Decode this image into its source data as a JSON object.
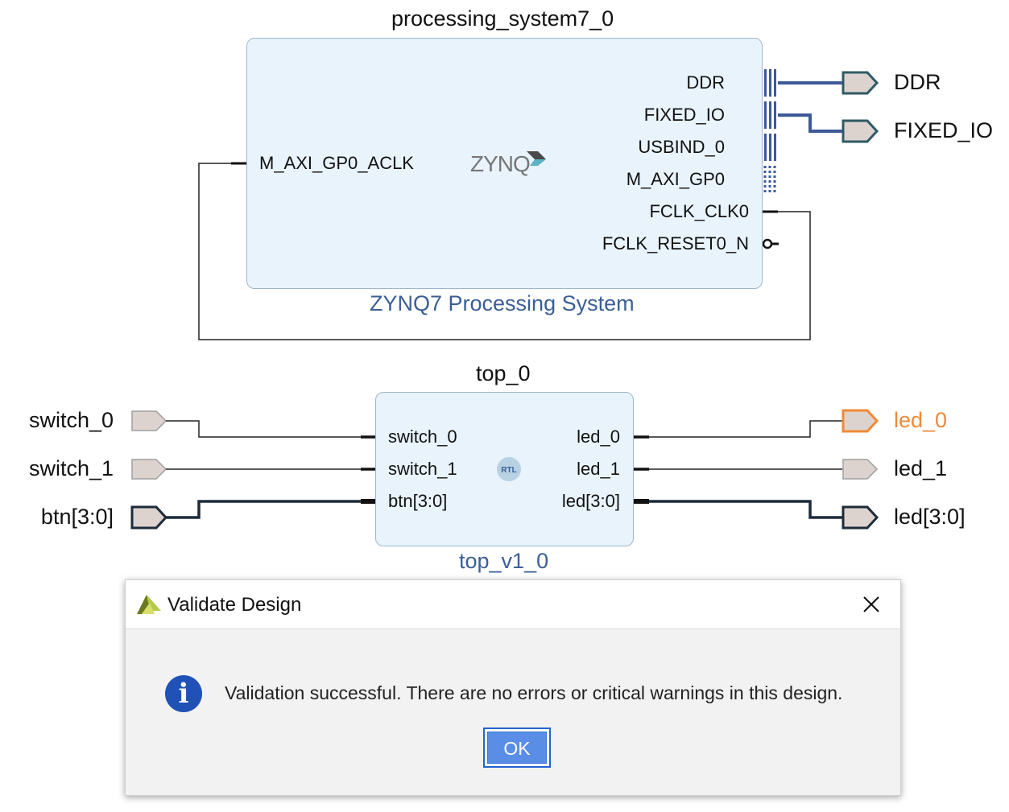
{
  "ps7": {
    "instance": "processing_system7_0",
    "ip_name": "ZYNQ7 Processing System",
    "logo": "ZYNQ",
    "left_pin": "M_AXI_GP0_ACLK",
    "right_pins": [
      "DDR",
      "FIXED_IO",
      "USBIND_0",
      "M_AXI_GP0",
      "FCLK_CLK0",
      "FCLK_RESET0_N"
    ]
  },
  "top": {
    "instance": "top_0",
    "ip_name": "top_v1_0",
    "badge": "RTL",
    "left_pins": [
      "switch_0",
      "switch_1",
      "btn[3:0]"
    ],
    "right_pins": [
      "led_0",
      "led_1",
      "led[3:0]"
    ]
  },
  "ports": {
    "ddr": "DDR",
    "fixed_io": "FIXED_IO",
    "switch_0": "switch_0",
    "switch_1": "switch_1",
    "btn": "btn[3:0]",
    "led_0": "led_0",
    "led_1": "led_1",
    "led_bus": "led[3:0]"
  },
  "dialog": {
    "title": "Validate Design",
    "message": "Validation successful. There are no errors or critical warnings in this design.",
    "ok_label": "OK",
    "info_glyph": "i",
    "close_glyph": "×",
    "icons": [
      "vivado-logo-icon",
      "info-icon",
      "close-icon"
    ]
  },
  "colors": {
    "block_fill": "#e8f3fb",
    "block_border": "#9fb7cc",
    "bus": "#3d5a96",
    "dark_bus": "#1d2b3a",
    "highlight": "#ef8a35",
    "port_fill": "#dcd3cf",
    "info_blue": "#1f51b6",
    "ok_blue": "#5a8ee6"
  }
}
